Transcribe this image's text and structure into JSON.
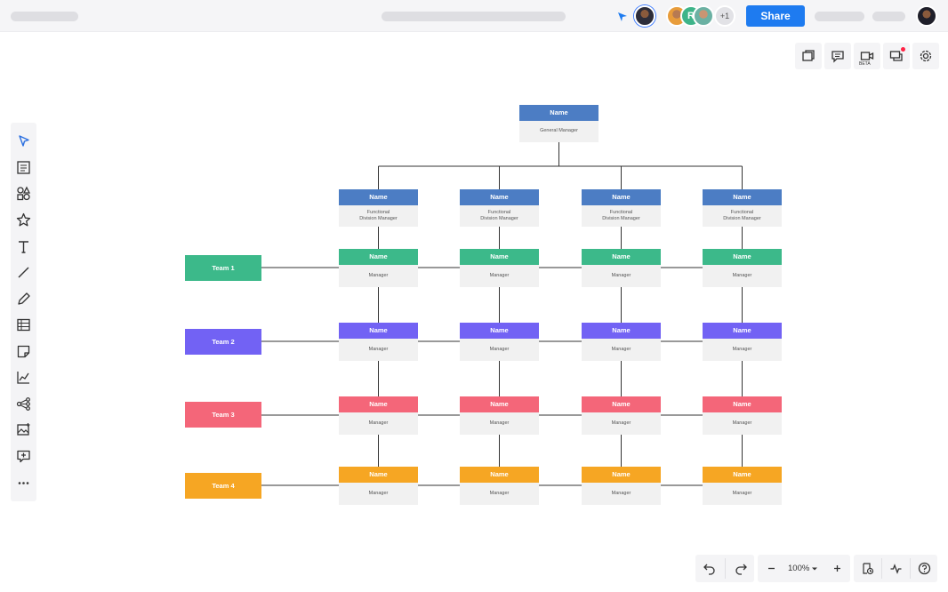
{
  "topbar": {
    "share_label": "Share",
    "more_collaborators": "+1",
    "collaborator_initial": "R"
  },
  "right_tools": [
    {
      "name": "pages-icon"
    },
    {
      "name": "comments-icon"
    },
    {
      "name": "video-icon",
      "badge": "BETA"
    },
    {
      "name": "chat-icon",
      "notification": true
    },
    {
      "name": "settings-icon"
    }
  ],
  "chart": {
    "root": {
      "name": "Name",
      "title": "General Manager",
      "color": "#4c7dc4"
    },
    "divisions": [
      {
        "name": "Name",
        "title": "Functional\nDivision Manager"
      },
      {
        "name": "Name",
        "title": "Functional\nDivision Manager"
      },
      {
        "name": "Name",
        "title": "Functional\nDivision Manager"
      },
      {
        "name": "Name",
        "title": "Functional\nDivision Manager"
      }
    ],
    "division_color": "#4c7dc4",
    "teams": [
      {
        "label": "Team 1",
        "color": "#3cb98a",
        "manager_name": "Name",
        "manager_title": "Manager"
      },
      {
        "label": "Team 2",
        "color": "#7262f4",
        "manager_name": "Name",
        "manager_title": "Manager"
      },
      {
        "label": "Team 3",
        "color": "#f46679",
        "manager_name": "Name",
        "manager_title": "Manager"
      },
      {
        "label": "Team 4",
        "color": "#f6a623",
        "manager_name": "Name",
        "manager_title": "Manager"
      }
    ]
  },
  "bottom": {
    "zoom": "100%"
  },
  "colors": {
    "accent": "#1e7bf0",
    "toolbar_bg": "#f4f4f6"
  }
}
